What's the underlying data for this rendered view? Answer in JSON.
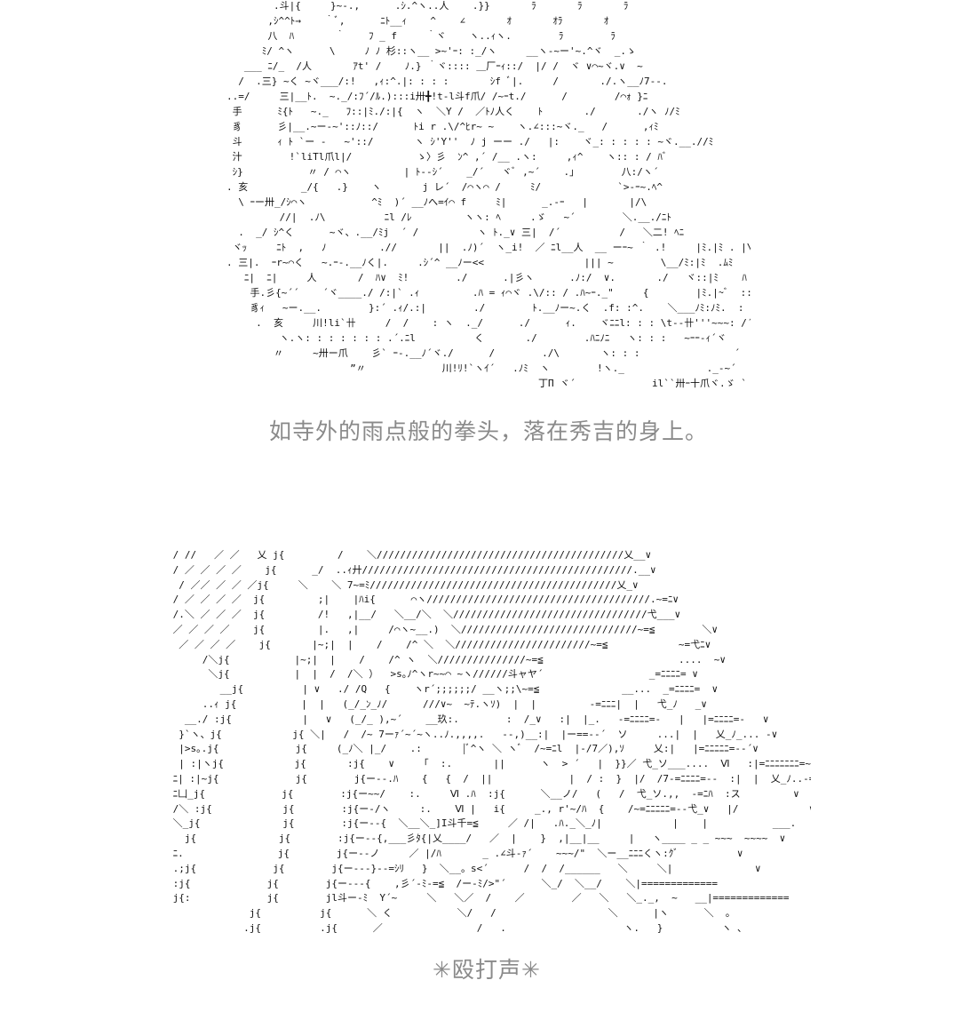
{
  "scene_top": {
    "art_lines": [
      "        .斗|{     }~-.,      .ｼ.^ヽ..人    .}}       ﾗ       ﾗ       ﾗ",
      "       ,ｼ^^ﾄ→    ｀ﾞ,      ﾆﾄ__ｨ    ^    ∠       ｵ       ｵﾗ       ｵ",
      "       八  ﾊ       ｀    ﾌ _ f     ｀ヾ    ヽ..ｨヽ.        ﾗ        ﾗ",
      "      ﾐ/ ^ヽ      \\     ﾉ ﾉ 杉::ヽ__ >~'ｰ: :_/ヽ     __ヽ-~ー'~.^ヾ  _.ゝ",
      "   ___ ﾆ/_  /人       ｱt' /    ﾉ.} ｀ヾ:::: ＿厂ｰｨ::/  |/ /  ヾ ∨⌒~ヾ.∨  ~",
      "  /  .三} ~く ~ヾ___/:!   ,ｨ:^.|: : : :       ｼf ﾞ|.     /       ./.ヽ__ﾉ7--.",
      "..=/     三|__ﾄ.  ~._/:ﾌ´/ﾙ.):::i卅╋!t-l斗f爪/ /~ｰt./      /        /⌒ｫ }ﾆ",
      " 手      ﾐ{ﾄ   ~._   ﾌ::|ﾐ./:|{  ヽ  ＼Y /  ／ﾄﾉ人く    ﾄ       ./       ./ヽ ﾉ/ﾐ",
      " 豸      彡|__.~ー-~'::ﾉ::/      ﾄi r .\\/^ﾋr~ ~    ヽ.∠:::~ヾ._   /      ,ｨﾐ",
      " 斗      ｨ ﾄ `ー -   ~'::/       ヽ ｼ'Y''  ﾉ j ーー ./   |:    ヾ_: : : : : ~ヾ.__.//ﾐ",
      " 汁        !`liTl爪l|/           ゝ〉彡  ﾝ^ ,´ /__ .ヽ:     ,ｨ^    ヽ:: : / ﾊﾞ",
      " ｼ}           〃 / ⌒ヽ         | ﾄ--ｼ´    _/´   ヾﾞ ,~´    .｣        八:/ヽ´",
      ". 亥         _/{   .}    ヽ       j レ´  /⌒ヽ⌒ /     ﾐ/             `>-ｰ~.ﾍ^",
      "  \\ ｰー卅_/ｼ⌒ヽ           ^ﾐ  )´ __ﾉへ=ｲ⌒ f     ﾐ|      _.-ｰ   |       |/\\",
      "         //|  .ﾉ\\          ﾆl /ﾚ         ヽヽ: ﾍ     .ゞ   ~´        ＼.__./ﾆﾄ",
      "  .  _/ ｼ^く      ~ヾ、.__/ﾐj  ´ /          ヽ ﾄ._∨ 三|  /´          /   ＼二! ﾍﾆ",
      " ヾｯ     ﾆﾄ  ,   ﾉ         .//       ||  .ﾉ)´  ヽ_i!  ／ ﾆl__人  __ ーｰ~ ｀ .!     |ﾐ.|ﾐ . |\\ﾆ",
      ". 三|.  ｰr~⌒く   ~.ｰ-.__ﾉく|.     .ｼ´^ __ﾉー<<                 ||| ~        \\__/ﾐ:|ﾐ  .ﾑﾐ",
      "   ﾆ|  ﾆ|     人       /  ﾊ∨  ﾐ!        ./      .|彡ヽ      .ﾉ:/  ∨.       ./   ヾ::|ﾐ    ﾊ .",
      "    手.彡{~´´    ´ヾ____./ /:|` .ｨ         .ﾊ = ｨ⌒ヾ .\\/:: / .ﾊ~ｰ._\"     {        |ﾐ.|~ﾞ  ::^ﾐ",
      "    豸ｨ   ~ー.__.        }:´ .ｨ/.:|        ./        ﾄ.__ﾉー~.く  .f: :^.    ＼___ﾉﾐ:ﾉﾐ.  : : |ﾐ",
      "     .  亥     川!li`卄     /  /    : ヽ  ._/      ./      ｨ.    ヾﾆﾆl: : : \\t--卄'''~~~: /´ヾ.  : : |ﾐ",
      "         ヽ.ヽ: : : : : : : .´.ﾆl          く       ./        .ﾊﾆﾉﾆ   ヽ: : :   ~ｰｰ-ｨ´ヾ         : :ﾉ:ﾐ",
      "        〃     ~卅ー爪    彡` ｰ-.__ﾉ´ヾ./      /        ./\\       ヽ: : :                ´       /ﾐ,",
      "                     ”〃             川!ﾘ!`ヽｲ´   .ﾉﾐ  ヽ        !ヽ._              ._-~´",
      "                                                     丁Π ヾ´             il``卅ｰ十爪ヾ.ゞ `"
    ]
  },
  "caption_1": "如寺外的雨点般的拳头，落在秀吉的身上。",
  "scene_bottom": {
    "art_lines": [
      " / //   ／ ／   乂 j{         /    ＼//////////////////////////////////////////乂__∨",
      " / ／ ／ ／ ／    j{      _/  ..ｨ廾//////////////////////////////////////////////.__∨",
      "  / ／／ ／ ／ ／j{     ＼    ＼ 7~=ﾐ//////////////////////////////////////////乂_∨",
      " / ／ ／ ／ ／  j{         ;|    |ﾊi{      ⌒ヽ//////////////////////////////////////.~=ﾆ∨",
      " /.＼ ／ ／ ／  j{         /!   ,|__/   ＼__/＼  ＼/////////////////////////////////弋___∨",
      " ／ ／ ／ ／    j{         |.   ,|     /⌒ヽ~__.)  ＼//////////////////////////////~=≦        ＼∨",
      "  ／ ／ ／ ／    j{       |~;|  |    /    /^ ＼  ＼///////////////////////~=≦            ~=弋ﾆ∨",
      "      /＼j{           |~;|  |    /    /^ ヽ  ＼///////////////~=≦                       ....  ~∨",
      "       ＼j{           |  |  /  /＼ ）  >s｡ﾉ^ヽr~~⌒ ~ヽ//////斗ャヤ´                  _=ﾆﾆﾆﾆ= ∨",
      "         __j{          | ∨   ./ /Q   {    ヽr´;;;;;;/ __ヽ;;\\~=≦              __...  _=ﾆﾆﾆﾆ=  ∨",
      "      ..ｨ j{           |  |   (_/_ﾝ_ﾉ/      ///∨~  ~ﾃ.ヽｿ)  |  |         -=ﾆﾆﾆ|  |   弋_ﾉ   _∨",
      "   __./ :j{            |   ∨   (_/_ ),~´    __玖:.        :  /_∨   :|  |_.   -=ﾆﾆﾆﾆ=-   |   |=ﾆﾆﾆﾆ=-   ∨",
      "  }`ヽ、j{            j{ ＼|   /  /~ 7ーｧ´~´~ヽ..ﾉ.,,,,.   --,)__:|  |ー==--´  ソ     ...|  |   乂_ﾉ_... -∨",
      "  |>s｡.j{             j{     (_ﾉ＼ |_/    .:       |ﾞ^ヽ ＼ ヽﾞ  /~=ﾆl  |-/7／),ｿ     乂:|   |=ﾆﾆﾆﾆﾆ=--´∨",
      "  | :|ヽj{            j{       :j{    ∨     ｢  :.       ||      ヽ  > ´   |  }}／ 弋_ソ___....  Ⅵ   :|=ﾆﾆﾆﾆﾆﾆﾆ=~   ∨",
      " ﾆ| :|~j{             j{        j{ー--.ﾊ    {   {  /  ||             |  / :  }  |/  /7-=ﾆﾆﾆﾆ=--  :|  |  乂_ﾉ..-=∨",
      " ﾆ凵_j{             j{        :j{ー~~/    :.     Ⅵ .ﾊ  :j{      ＼__ノ/   (   /  弋_ソ.,,  -=ﾆﾊ  :ス         ∨",
      " /＼ :j{            j{        :j{ー-/ヽ     :.    Ⅵ |   i{     _., r'~/ﾊ  {    /~=ﾆﾆﾆﾆﾆ=--弋_∨   |/            ∨",
      " ＼_j{              j{        :j{ー--{  ＼__＼_]I斗千=≦     ／ /|   .ﾊ._＼_ﾉ|            |    |           ___.   ∨",
      "   j{              j{        :j{ー--{,___彡ﾀ{|乂____/   ／  |    }  ,|__|__     |   ヽ____ _ _ ~~~  ~~~~  ∨",
      " ﾆ.                j{        j{ー--ノ     ／ |/ﾊ       _ .∠斗-ｧ´    ~~~/\"  ＼ー__ﾆﾆﾆくヽ:ｸﾞ          ∨",
      " .;j{             j{        j{ー---}--=ｼﾘ   }  ＼__。s<´      /  /  /______   ＼     ＼|              ∨",
      " :j{             j{        j{ー---{    ,彡´-ﾐ-=≦  /ー-ﾐ/>\"´      ＼_/  ＼__/    ＼|=============",
      " j{:             j{        jl斗ー-ﾐ  Y´~     ＼   ＼／  /    ／        ／   ＼   ＼_._,  ~   __|=============",
      "              j{          j{      ＼ く           ＼/   /                   ＼      |ヽ      ＼  ｡",
      "             .j{          .j{      ／                /   .                    ヽ.   }          ヽ ､"
    ]
  },
  "caption_2": "✳殴打声✳"
}
